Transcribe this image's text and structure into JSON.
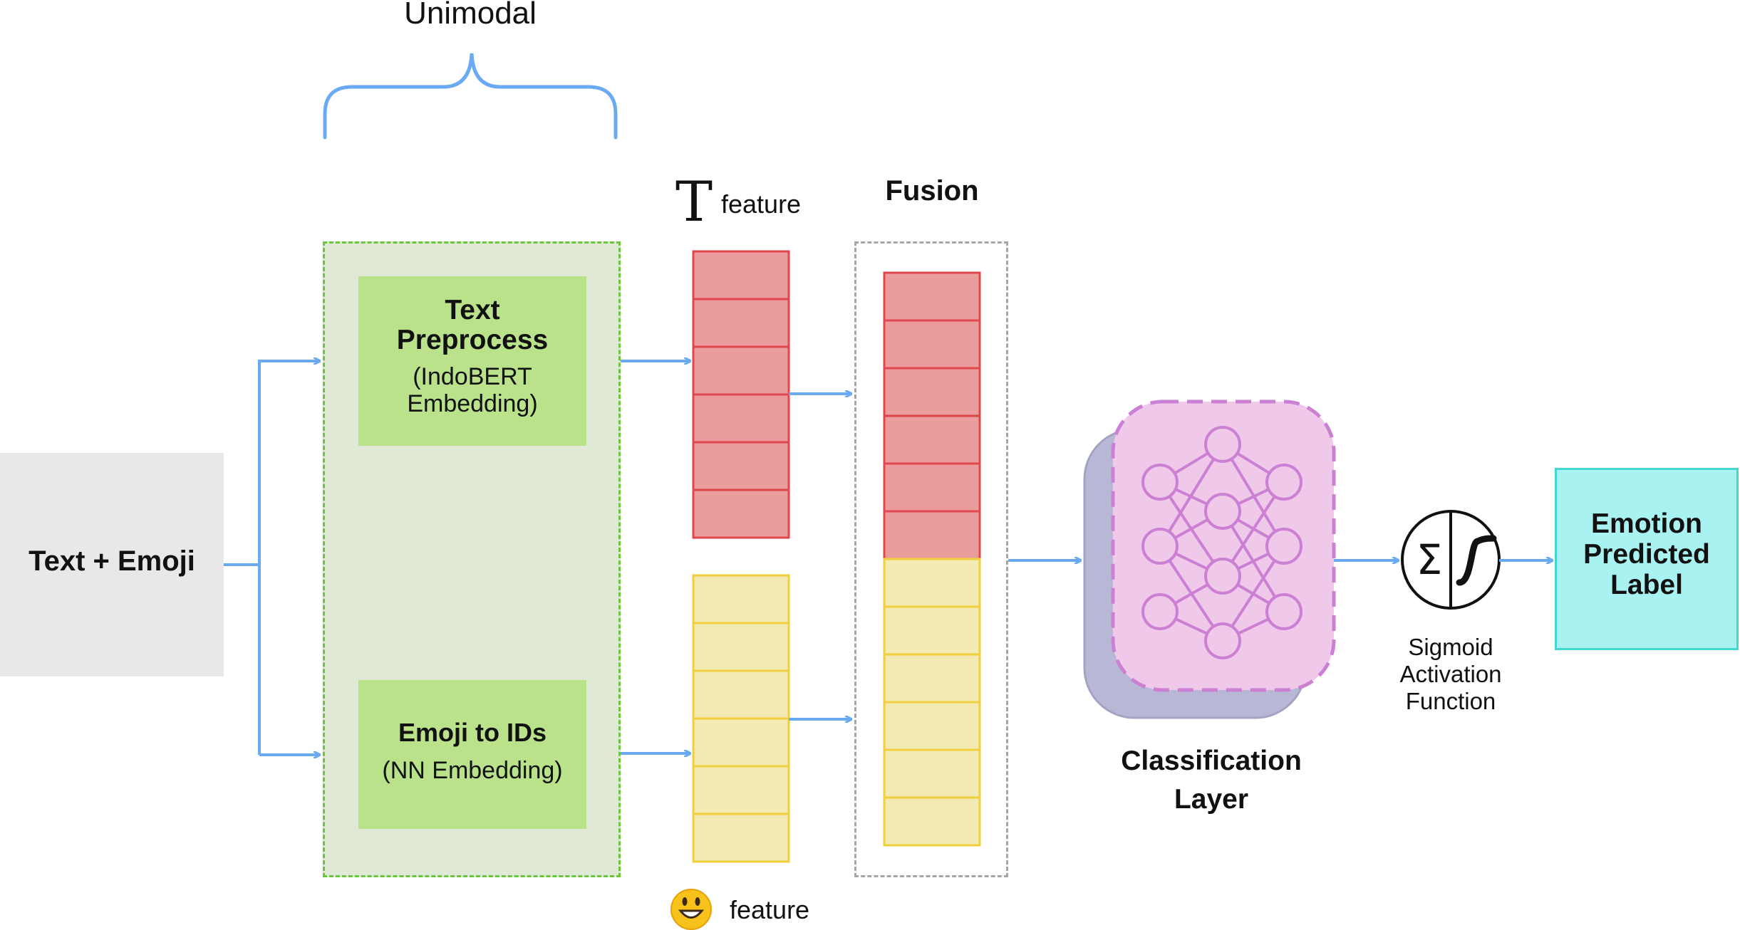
{
  "input": {
    "label": "Text + Emoji"
  },
  "unimodal": {
    "title": "Unimodal",
    "text_branch": {
      "title_line1": "Text",
      "title_line2": "Preprocess",
      "sub_line1": "(IndoBERT",
      "sub_line2": "Embedding)"
    },
    "emoji_branch": {
      "title": "Emoji to IDs",
      "sub": "(NN Embedding)"
    }
  },
  "features": {
    "text_icon": "T",
    "text_label": "feature",
    "emoji_icon": "grinning-face-emoji-icon",
    "emoji_label": "feature",
    "text_cells": 6,
    "emoji_cells": 6
  },
  "fusion": {
    "title": "Fusion"
  },
  "classifier": {
    "label_line1": "Classification",
    "label_line2": "Layer",
    "icon": "neural-network-icon"
  },
  "activation": {
    "symbol": "Σ",
    "label_line1": "Sigmoid",
    "label_line2": "Activation",
    "label_line3": "Function"
  },
  "output": {
    "line1": "Emotion",
    "line2": "Predicted",
    "line3": "Label"
  },
  "colors": {
    "arrow": "#6aaaf2",
    "text_feature_fill": "#eb9d9e",
    "text_feature_stroke": "#e0474c",
    "emoji_feature_fill": "#f2eab2",
    "emoji_feature_stroke": "#f0cf3c",
    "unimodal_fill": "#dfe9d6",
    "unimodal_stroke": "#6cc63c",
    "process_box": "#b9e28a",
    "classifier_back": "#b8b8d6",
    "classifier_front": "#efc8ea",
    "classifier_stroke": "#cc80d4",
    "output_fill": "#a8f3f1",
    "output_stroke": "#46d6d2"
  }
}
